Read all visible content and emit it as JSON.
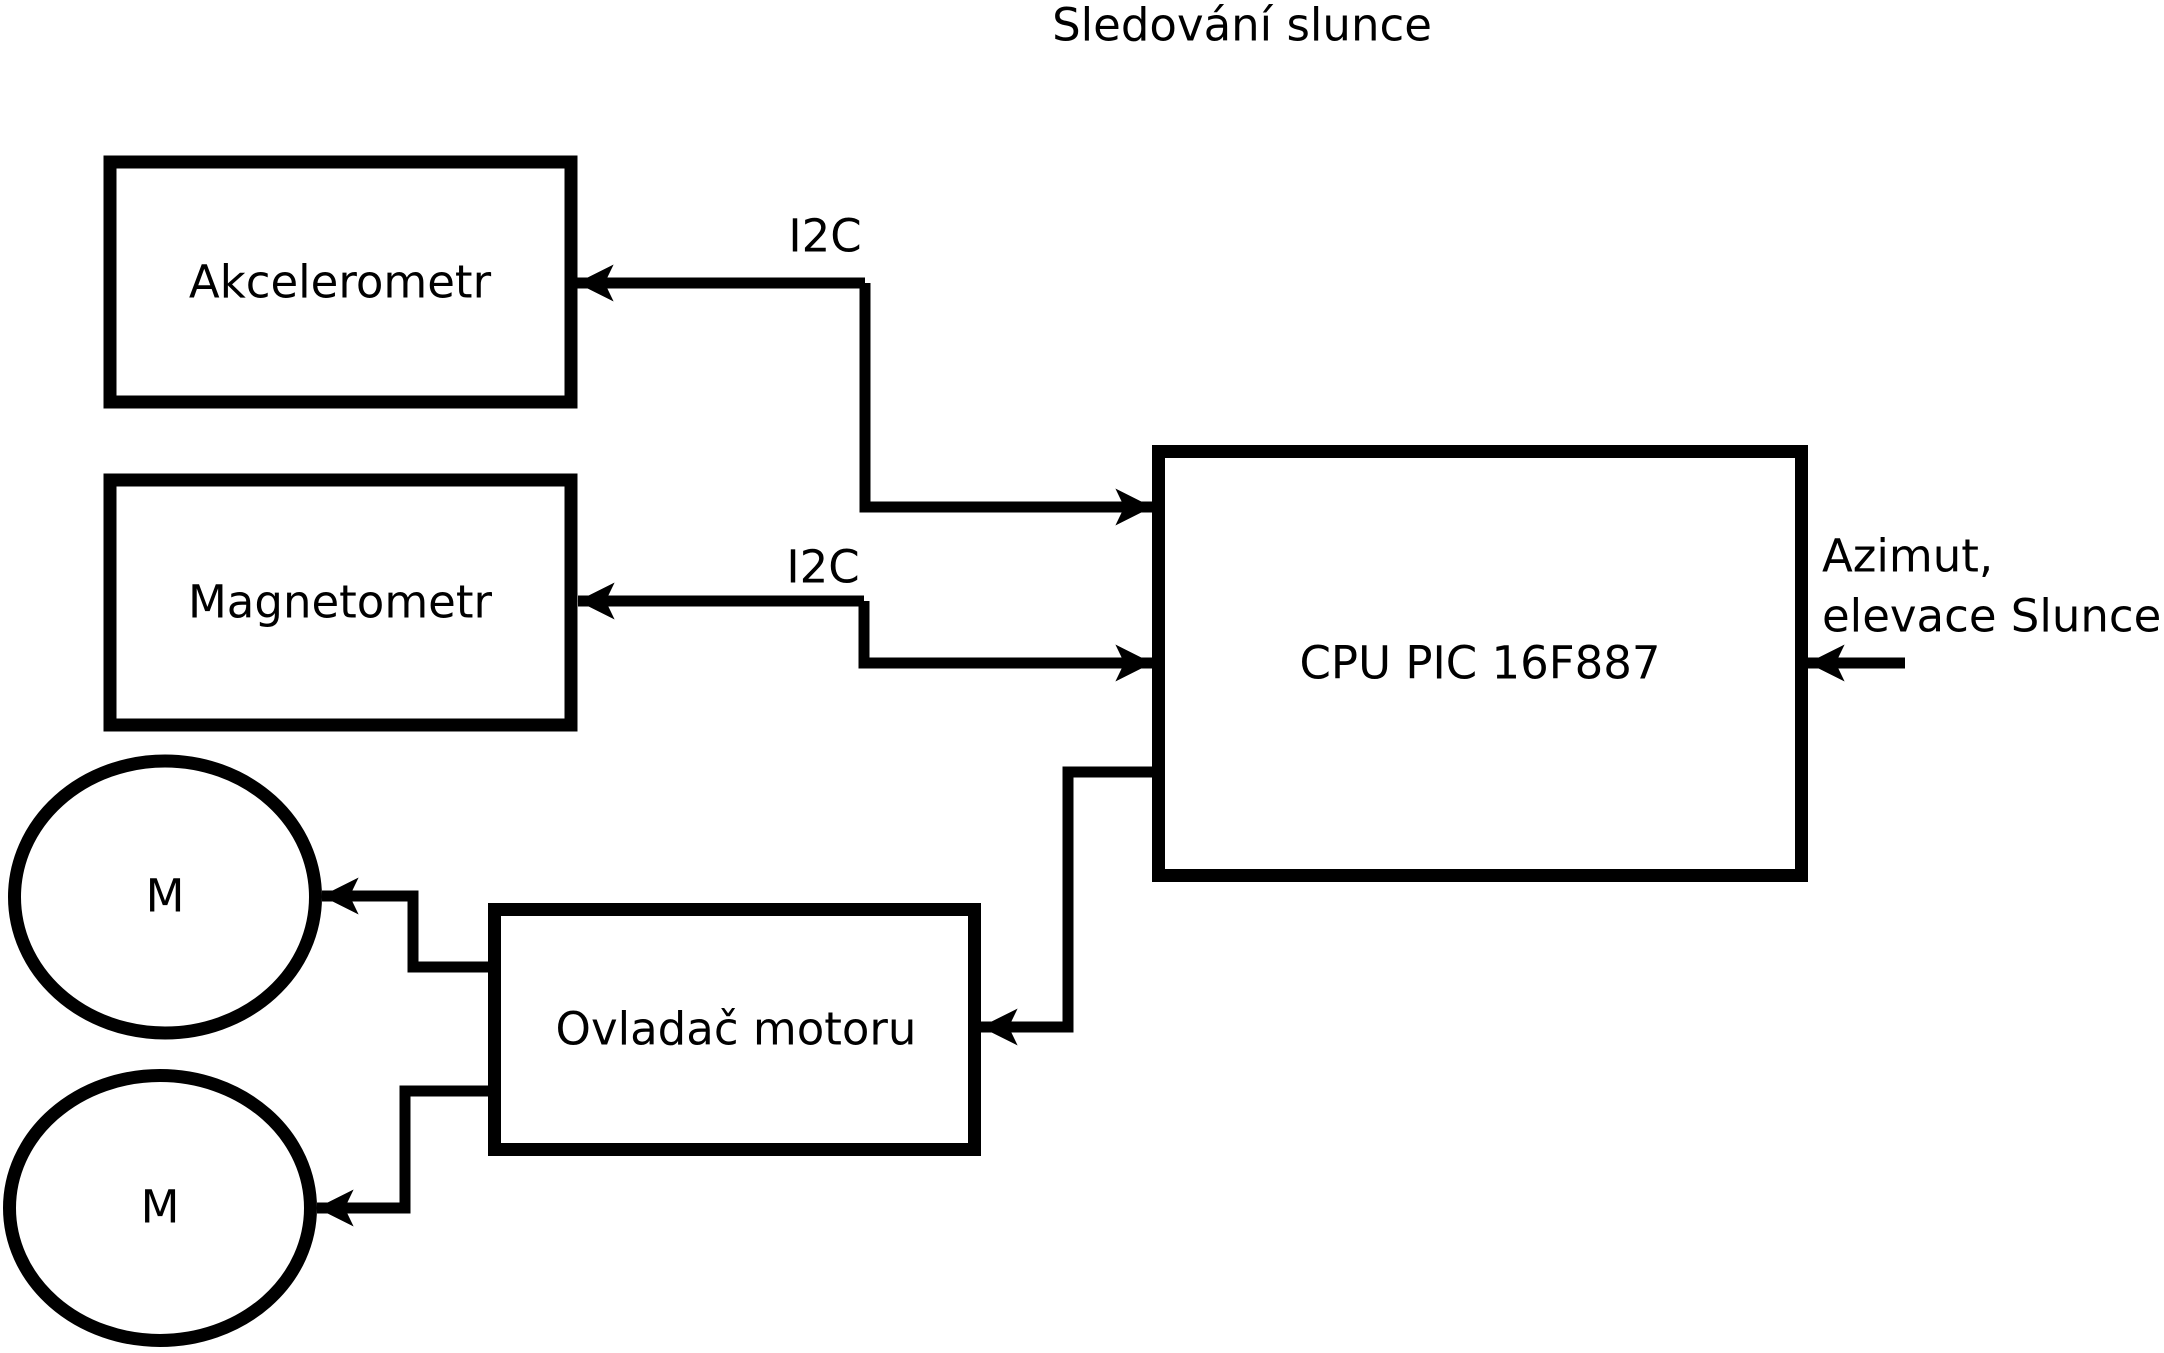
{
  "diagram": {
    "title": "Sledování slunce",
    "nodes": {
      "akcelerometr": "Akcelerometr",
      "magnetometr": "Magnetometr",
      "cpu": "CPU PIC 16F887",
      "motor_driver": "Ovladač motoru",
      "motor_top": "M",
      "motor_bottom": "M"
    },
    "edge_labels": {
      "i2c_top": "I2C",
      "i2c_bottom": "I2C"
    },
    "input_label": {
      "line1": "Azimut,",
      "line2": "elevace Slunce"
    },
    "colors": {
      "background": "#ffffff",
      "line": "#000000",
      "text": "#000000"
    }
  }
}
